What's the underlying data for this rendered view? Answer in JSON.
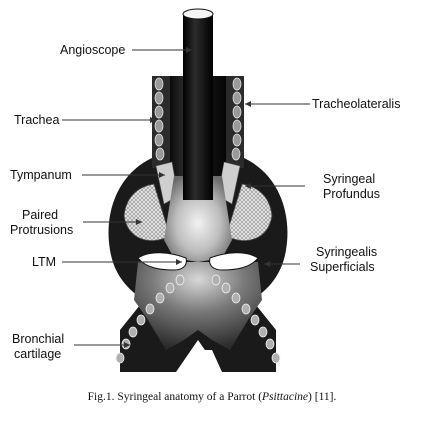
{
  "labels": {
    "angioscope": "Angioscope",
    "trachea": "Trachea",
    "tympanum": "Tympanum",
    "paired_protrusions_1": "Paired",
    "paired_protrusions_2": "Protrusions",
    "ltm": "LTM",
    "bronchial_cartilage_1": "Bronchial",
    "bronchial_cartilage_2": "cartilage",
    "tracheolateralis": "Tracheolateralis",
    "syringeal_profundus_1": "Syringeal",
    "syringeal_profundus_2": "Profundus",
    "syringealis_superficials_1": "Syringealis",
    "syringealis_superficials_2": "Superficials"
  },
  "caption": {
    "prefix": "Fig.1. Syringeal anatomy of a Parrot (",
    "italic": "Psittacine",
    "suffix": ") [11]."
  }
}
